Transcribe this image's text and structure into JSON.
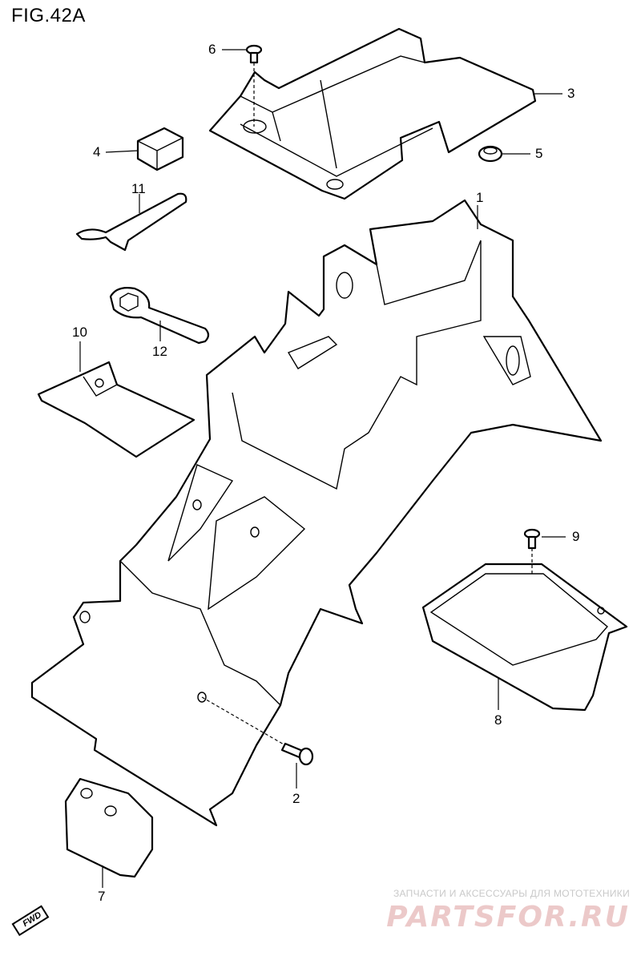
{
  "figure": {
    "title": "FIG.42A"
  },
  "callouts": [
    {
      "id": "1",
      "label": "1"
    },
    {
      "id": "2",
      "label": "2"
    },
    {
      "id": "3",
      "label": "3"
    },
    {
      "id": "4",
      "label": "4"
    },
    {
      "id": "5",
      "label": "5"
    },
    {
      "id": "6",
      "label": "6"
    },
    {
      "id": "7",
      "label": "7"
    },
    {
      "id": "8",
      "label": "8"
    },
    {
      "id": "9",
      "label": "9"
    },
    {
      "id": "10",
      "label": "10"
    },
    {
      "id": "11",
      "label": "11"
    },
    {
      "id": "12",
      "label": "12"
    }
  ],
  "direction_marker": {
    "label": "FWD"
  },
  "watermark": {
    "tagline": "ЗАПЧАСТИ И АКСЕССУАРЫ ДЛЯ МОТОТЕХНИКИ",
    "logo": "PARTSFOR.RU",
    "logo_color": "#ecc9c9"
  }
}
